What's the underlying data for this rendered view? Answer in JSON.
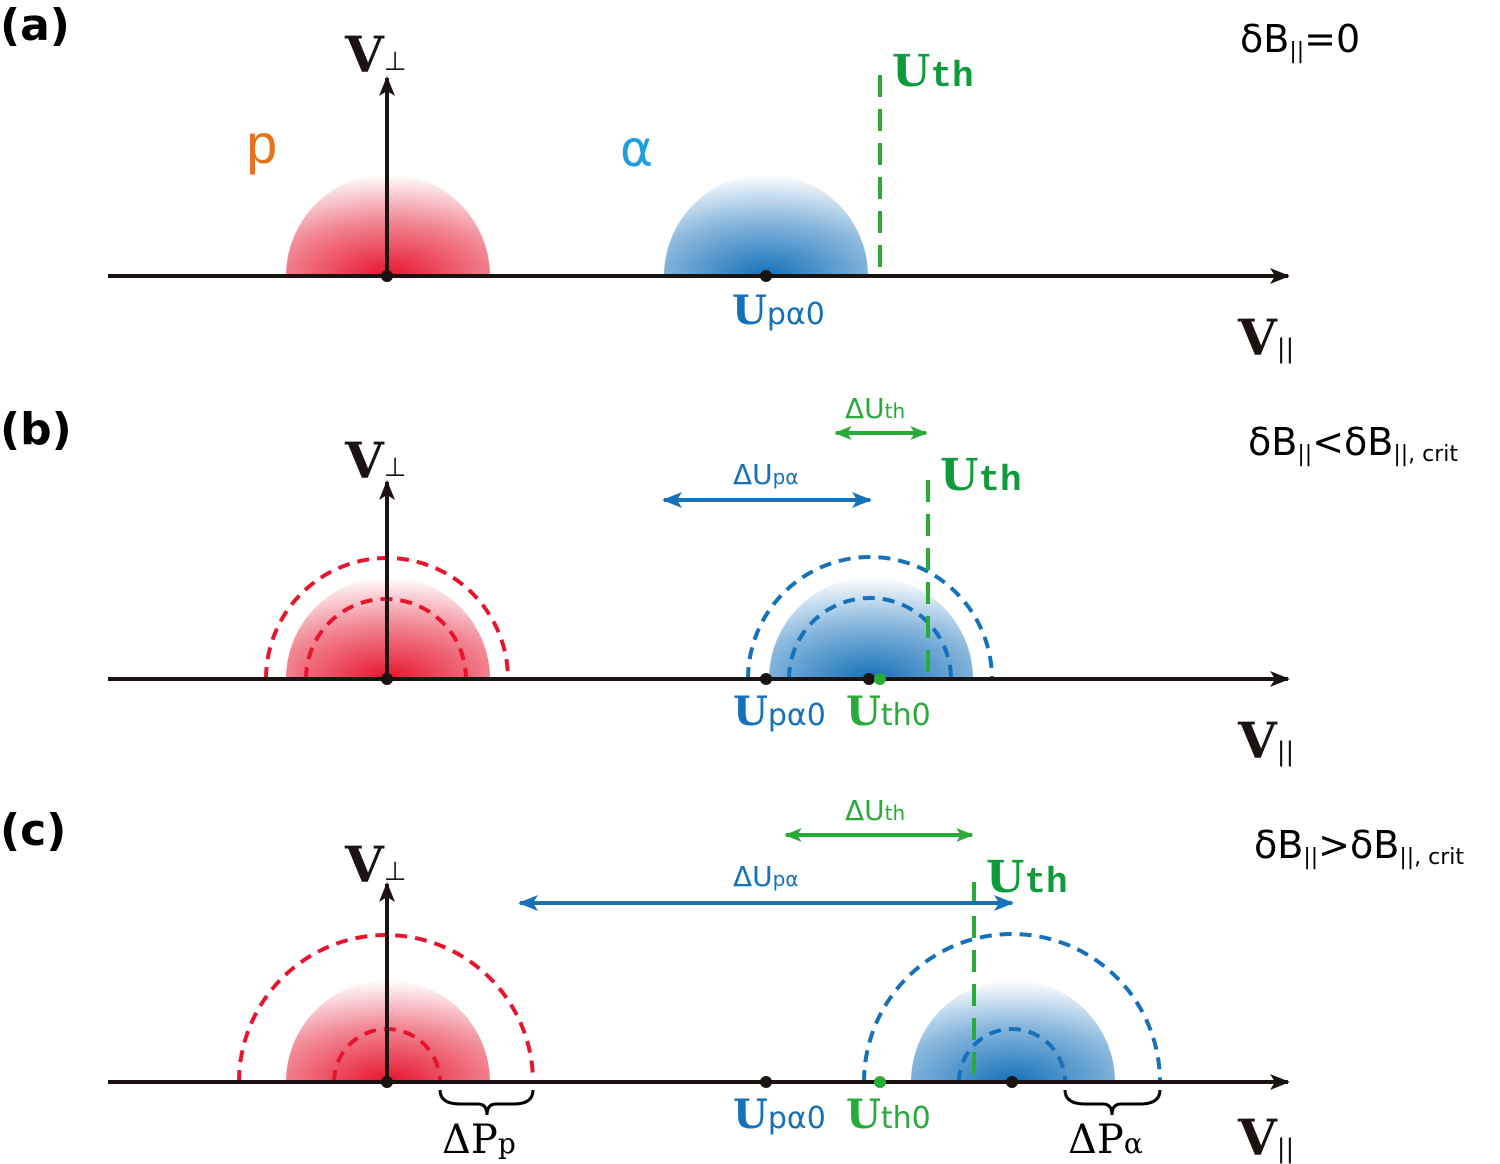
{
  "colors": {
    "axis": "#1a1311",
    "proton": "#e6142d",
    "proton_label": "#e8711c",
    "alpha": "#1471ba",
    "alpha_label": "#1a9ee0",
    "threshold": "#29ab3a",
    "threshold_label": "#0f9a3c"
  },
  "panels": [
    {
      "id": "a",
      "label": "(a)",
      "condition": {
        "main": "δB",
        "sub": "||",
        "rest": "=0"
      },
      "axis_y": {
        "main": "V",
        "sub": "⊥"
      },
      "axis_x": {
        "main": "V",
        "sub": "||"
      },
      "species_p": "p",
      "species_alpha": "α",
      "uth": {
        "main": "U",
        "sub": "th"
      },
      "upa0": {
        "main": "U",
        "sub": "pα0"
      }
    },
    {
      "id": "b",
      "label": "(b)",
      "condition": {
        "main": "δB",
        "sub": "||",
        "rest": "<δB",
        "sub2": "||, crit"
      },
      "axis_y": {
        "main": "V",
        "sub": "⊥"
      },
      "axis_x": {
        "main": "V",
        "sub": "||"
      },
      "uth": {
        "main": "U",
        "sub": "th"
      },
      "upa0": {
        "main": "U",
        "sub": "pα0"
      },
      "uth0": {
        "main": "U",
        "sub": "th0"
      },
      "delta_uth": {
        "main": "ΔU",
        "sub": "th"
      },
      "delta_upa": {
        "main": "ΔU",
        "sub": "pα"
      }
    },
    {
      "id": "c",
      "label": "(c)",
      "condition": {
        "main": "δB",
        "sub": "||",
        "rest": ">δB",
        "sub2": "||, crit"
      },
      "axis_y": {
        "main": "V",
        "sub": "⊥"
      },
      "axis_x": {
        "main": "V",
        "sub": "||"
      },
      "uth": {
        "main": "U",
        "sub": "th"
      },
      "upa0": {
        "main": "U",
        "sub": "pα0"
      },
      "uth0": {
        "main": "U",
        "sub": "th0"
      },
      "delta_uth": {
        "main": "ΔU",
        "sub": "th"
      },
      "delta_upa": {
        "main": "ΔU",
        "sub": "pα"
      },
      "delta_pp": {
        "main": "ΔP",
        "sub": "p"
      },
      "delta_pa": {
        "main": "ΔP",
        "sub": "α"
      }
    }
  ]
}
